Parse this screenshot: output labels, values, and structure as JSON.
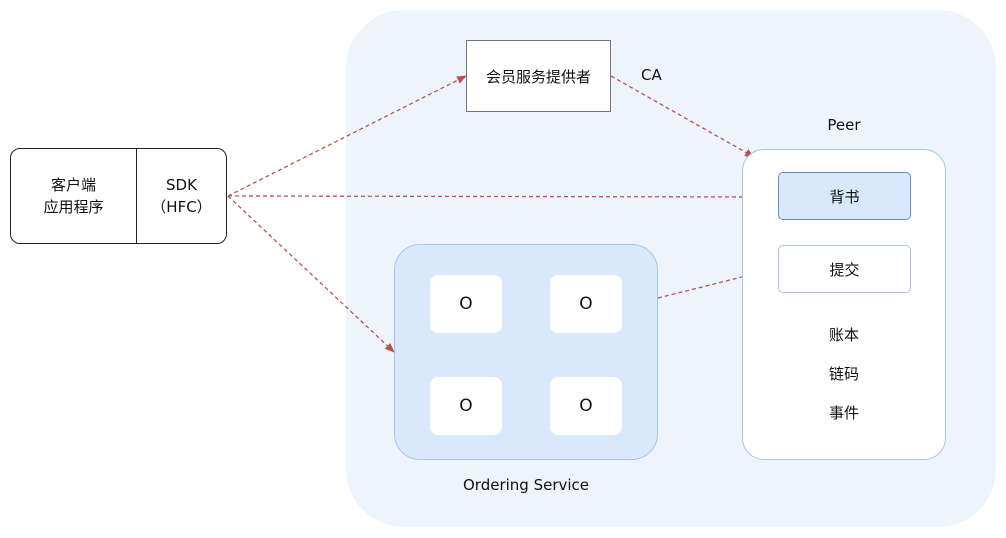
{
  "client": {
    "app_line1": "客户端",
    "app_line2": "应用程序",
    "sdk_line1": "SDK",
    "sdk_line2": "（HFC）"
  },
  "ca": {
    "box_label": "会员服务提供者",
    "tag": "CA"
  },
  "ordering": {
    "nodes": [
      "O",
      "O",
      "O",
      "O"
    ],
    "label": "Ordering Service"
  },
  "peer": {
    "title": "Peer",
    "endorse_label": "背书",
    "commit_label": "提交",
    "items": [
      "账本",
      "链码",
      "事件"
    ]
  },
  "colors": {
    "network_bg": "#eef4fe",
    "ordering_fill": "#dae8fc",
    "border_blue": "#a9c4eb",
    "arrow_red": "#b85450"
  }
}
